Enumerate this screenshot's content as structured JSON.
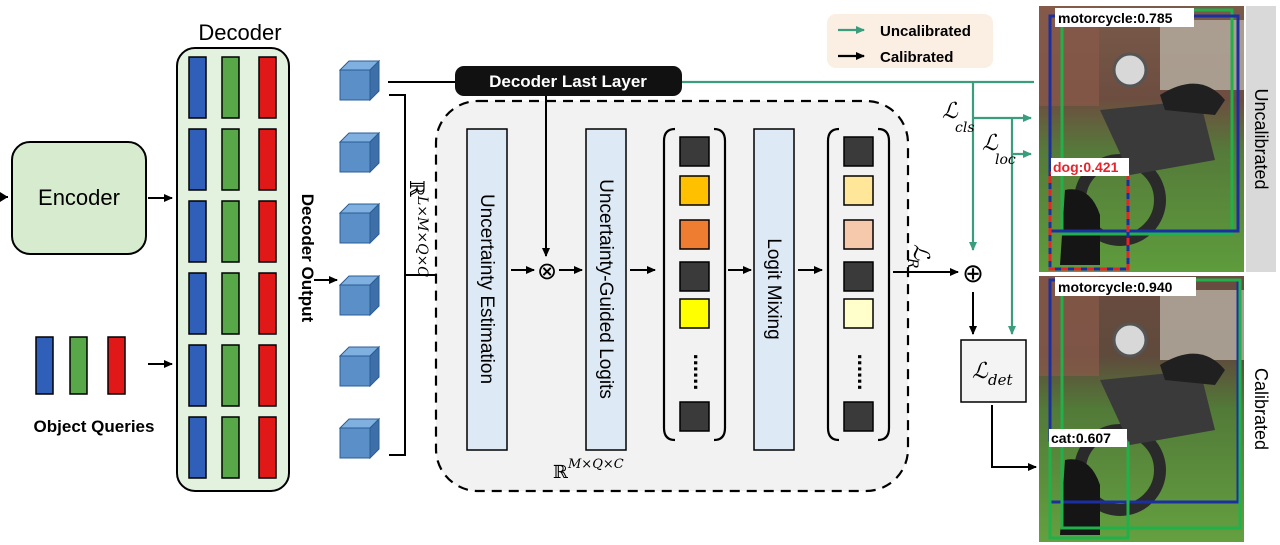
{
  "decoder": {
    "title": "Decoder",
    "output_label": "Decoder Output"
  },
  "encoder": {
    "label": "Encoder"
  },
  "object_queries": {
    "label": "Object Queries"
  },
  "decoder_last_layer": {
    "label": "Decoder Last Layer"
  },
  "space_lmqc": {
    "symbol": "ℝ",
    "exponent": "L×M×Q×C"
  },
  "space_mqc": {
    "symbol": "ℝ",
    "exponent": "M×Q×C"
  },
  "modules": {
    "uncertainty_estimation": "Uncertainty Estimation",
    "uncertainty_guided_logits": "Uncertainty-Guided Logits",
    "logit_mixing": "Logit Mixing"
  },
  "operators": {
    "multiply": "⊗",
    "add": "⊕"
  },
  "losses": {
    "script": "ℒ",
    "cls": "cls",
    "loc": "loc",
    "r": "R",
    "det": "det"
  },
  "legend": {
    "uncalibrated": "Uncalibrated",
    "calibrated": "Calibrated"
  },
  "side_labels": {
    "uncalibrated": "Uncalibrated",
    "calibrated": "Calibrated"
  },
  "ellipsis": "......",
  "detections_top": [
    {
      "label": "motorcycle:0.785",
      "color": "#22b04b"
    },
    {
      "label": "dog:0.421",
      "color": "#e8232c"
    }
  ],
  "detections_bottom": [
    {
      "label": "motorcycle:0.940",
      "color": "#22b04b"
    },
    {
      "label": "cat:0.607",
      "color": "#22b04b"
    }
  ],
  "colors": {
    "green_arrow": "#3a9e7e",
    "decoder_bg": "#e3f1df",
    "encoder_bg": "#d7ebce",
    "module_bg": "#dde9f5",
    "cube": "#5a8fc8",
    "query_blue": "#2f5fb8",
    "query_green": "#58a84a",
    "query_red": "#e01818",
    "legend_bg": "#fbeee2"
  },
  "logit_colors_1": [
    "#3a3a3a",
    "#ffc000",
    "#ee7d31",
    "#3a3a3a",
    "#ffff00",
    "#3a3a3a"
  ],
  "logit_colors_2": [
    "#3a3a3a",
    "#ffe699",
    "#f6c9ad",
    "#3a3a3a",
    "#ffffcc",
    "#3a3a3a"
  ]
}
